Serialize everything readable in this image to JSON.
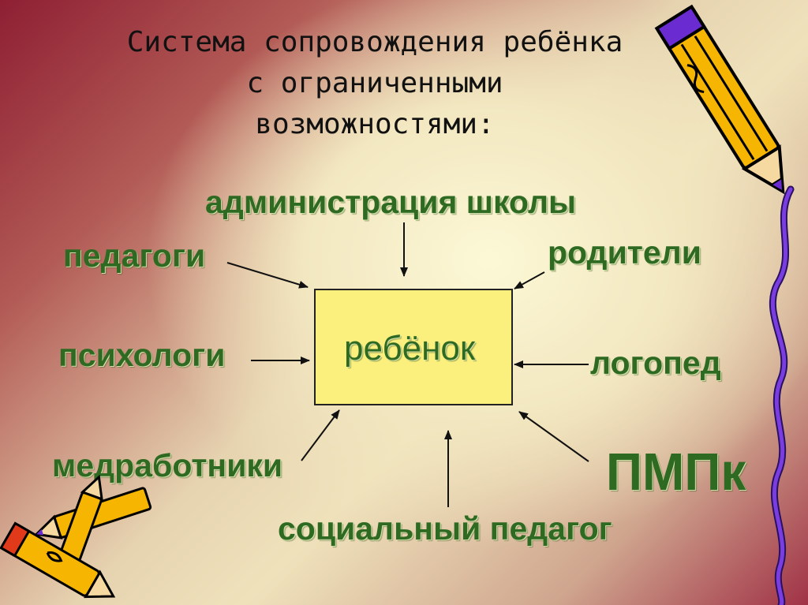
{
  "title": {
    "line1": "Система сопровождения ребёнка",
    "line2": "с ограниченными",
    "line3": "возможностями:"
  },
  "center": {
    "label": "ребёнок",
    "fill": "#fbef7e"
  },
  "nodes": {
    "administration": "администрация школы",
    "teachers": "педагоги",
    "parents": "родители",
    "psychologists": "психологи",
    "speech_therapist": "логопед",
    "medical_workers": "медработники",
    "pmpk": "ПМПк",
    "social_teacher": "социальный педагог"
  },
  "colors": {
    "label_text": "#2f6a23",
    "arrow": "#111111",
    "pencil_body": "#f5b500",
    "pencil_outline": "#000000",
    "ribbon": "#6a2bd0"
  },
  "decorations": [
    "pencil-icon",
    "pencils-icon",
    "ribbon-decoration"
  ]
}
